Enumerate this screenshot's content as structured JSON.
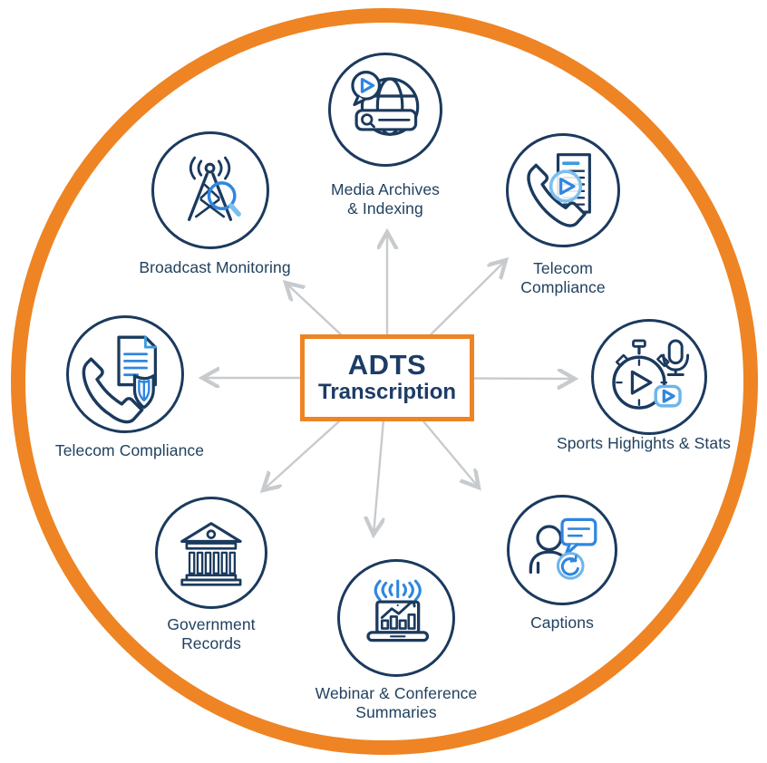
{
  "title_box": {
    "title": "ADTS",
    "subtitle": "Transcription"
  },
  "nodes": [
    {
      "id": "media-archives-indexing",
      "icon": "globe-search-play-icon",
      "lines": [
        "Media Archives",
        "& Indexing"
      ]
    },
    {
      "id": "telecom-compliance-top-right",
      "icon": "phone-document-play-icon",
      "lines": [
        "Telecom",
        "Compliance"
      ]
    },
    {
      "id": "sports-highlights-stats",
      "icon": "stopwatch-mic-play-icon",
      "lines": [
        "Sports Highights & Stats"
      ]
    },
    {
      "id": "captions",
      "icon": "person-speech-bubble-refresh-icon",
      "lines": [
        "Captions"
      ]
    },
    {
      "id": "webinar-conference-summaries",
      "icon": "laptop-chart-broadcast-icon",
      "lines": [
        "Webinar & Conference",
        "Summaries"
      ]
    },
    {
      "id": "government-records",
      "icon": "government-building-icon",
      "lines": [
        "Government",
        "Records"
      ]
    },
    {
      "id": "telecom-compliance-left",
      "icon": "phone-document-shield-icon",
      "lines": [
        "Telecom Compliance"
      ]
    },
    {
      "id": "broadcast-monitoring",
      "icon": "radio-tower-magnifier-icon",
      "lines": [
        "Broadcast Monitoring"
      ]
    }
  ],
  "colors": {
    "ring_orange": "#EE8424",
    "navy": "#1B3A5E",
    "accent_blue": "#2F86E0",
    "light_blue": "#7CC0EE",
    "arrow_gray": "#C8CBCD",
    "text_navy": "#21415F"
  }
}
